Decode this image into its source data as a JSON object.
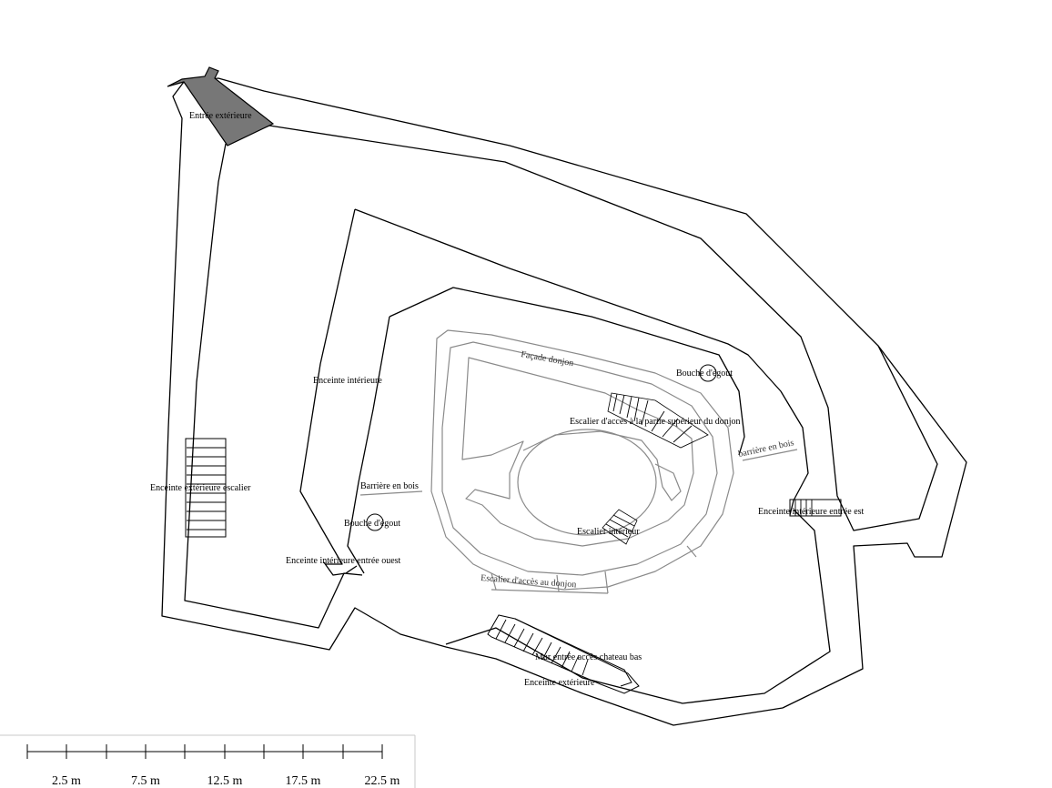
{
  "labels": {
    "entree_exterieure": "Entrée extérieure",
    "enceinte_interieure": "Enceinte intérieure",
    "facade_donjon": "Façade donjon",
    "bouche_egout_est": "Bouche d'égout",
    "escalier_acces_superieur": "Escalier d'accès à la partie supérieur du donjon",
    "barriere_bois_est": "barrière en bois",
    "enceinte_exterieure_escalier": "Enceinte extérieure escalier",
    "barriere_bois_ouest": "Barrière en bois",
    "enceinte_interieure_entree_est": "Enceinte intérieure entrée est",
    "bouche_egout_ouest": "Bouche d'égout",
    "escalier_interieur": "Escalier intérieur",
    "enceinte_interieure_entree_ouest": "Enceinte intérieure entrée ouest",
    "escalier_acces_donjon": "Escalier d'accès au donjon",
    "mur_entree_acces": "Mur entrée accès chateau bas",
    "enceinte_exterieure": "Enceinte extérieure"
  },
  "scale_bar": {
    "ticks": [
      "2.5 m",
      "7.5 m",
      "12.5 m",
      "17.5 m",
      "22.5 m"
    ]
  },
  "colors": {
    "wall": "#000000",
    "keep": "#8a8a8a",
    "entrance_fill": "#777777"
  }
}
